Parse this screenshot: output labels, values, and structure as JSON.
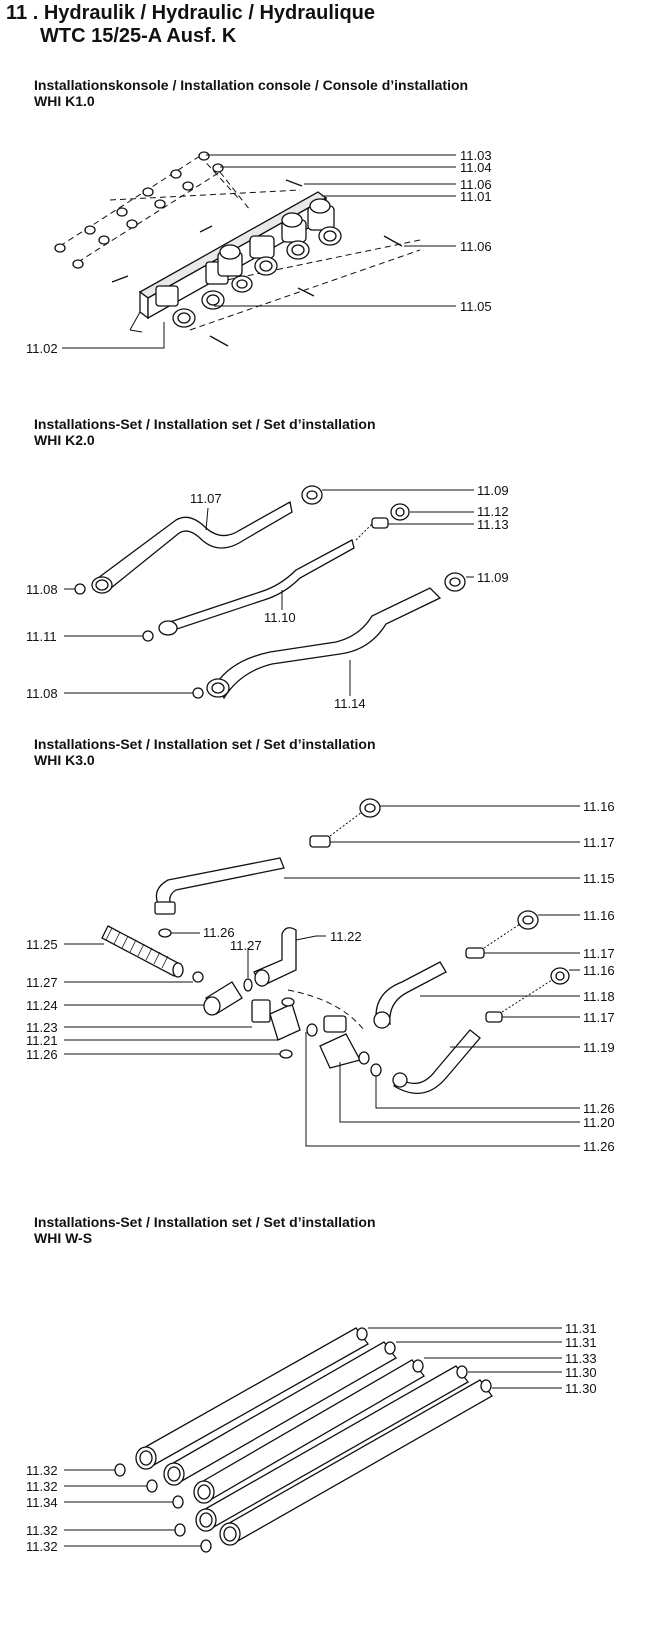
{
  "header": {
    "title": "11 . Hydraulik / Hydraulic / Hydraulique",
    "subtitle": "WTC 15/25-A Ausf. K"
  },
  "sections": [
    {
      "title": "Installationskonsole / Installation console / Console d’installation",
      "code": "WHI K1.0",
      "labels": [
        "11.03",
        "11.04",
        "11.06",
        "11.01",
        "11.06",
        "11.05",
        "11.02"
      ]
    },
    {
      "title": "Installations-Set / Installation set / Set d’installation",
      "code": "WHI K2.0",
      "labels": [
        "11.09",
        "11.07",
        "11.12",
        "11.13",
        "11.09",
        "11.08",
        "11.10",
        "11.11",
        "11.08",
        "11.14"
      ]
    },
    {
      "title": "Installations-Set / Installation set / Set d’installation",
      "code": "WHI K3.0",
      "labels": [
        "11.16",
        "11.17",
        "11.15",
        "11.16",
        "11.26",
        "11.27",
        "11.22",
        "11.25",
        "11.17",
        "11.16",
        "11.27",
        "11.18",
        "11.24",
        "11.17",
        "11.23",
        "11.21",
        "11.19",
        "11.26",
        "11.26",
        "11.20",
        "11.26"
      ]
    },
    {
      "title": "Installations-Set / Installation set / Set d’installation",
      "code": "WHI W-S",
      "labels": [
        "11.31",
        "11.31",
        "11.33",
        "11.30",
        "11.30",
        "11.32",
        "11.32",
        "11.34",
        "11.32",
        "11.32"
      ]
    }
  ]
}
